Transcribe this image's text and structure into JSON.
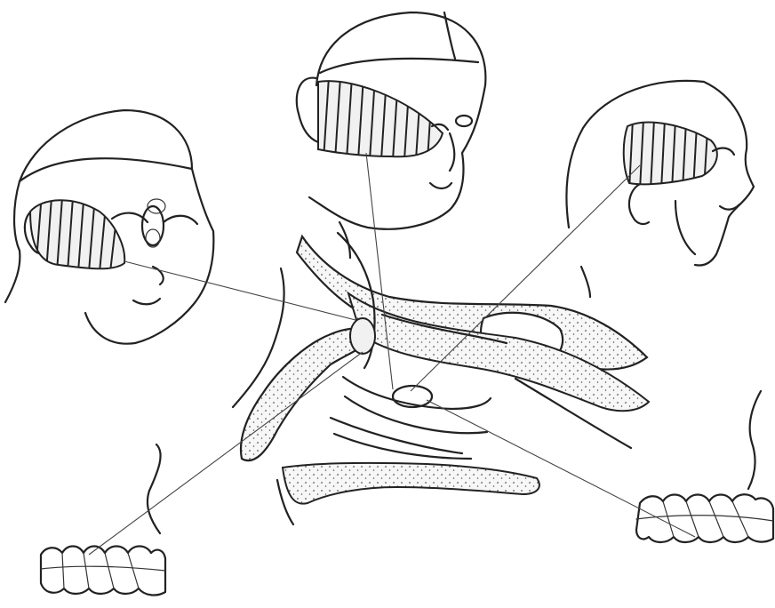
{
  "figure": {
    "colors": {
      "ink": "#222222",
      "paper": "#ffffff",
      "bone_fill": "#f1f1f1",
      "stipple": "#555555"
    },
    "elements": [
      "left-face-with-referred-pain",
      "top-face-with-referred-pain",
      "right-face-with-referred-pain",
      "nasal-sinus-cross-section",
      "lower-left-teeth",
      "lower-right-teeth",
      "pain-pointer-lines"
    ]
  }
}
